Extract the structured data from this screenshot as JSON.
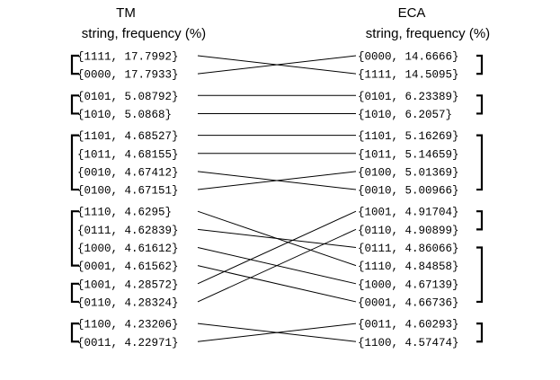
{
  "headers": {
    "left_title": "TM",
    "left_subtitle": "string, frequency (%)",
    "right_title": "ECA",
    "right_subtitle": "string, frequency (%)"
  },
  "left_entries": [
    "{1111, 17.7992}",
    "{0000, 17.7933}",
    "{0101, 5.08792}",
    "{1010, 5.0868}",
    "{1101, 4.68527}",
    "{1011, 4.68155}",
    "{0010, 4.67412}",
    "{0100, 4.67151}",
    "{1110, 4.6295}",
    "{0111, 4.62839}",
    "{1000, 4.61612}",
    "{0001, 4.61562}",
    "{1001, 4.28572}",
    "{0110, 4.28324}",
    "{1100, 4.23206}",
    "{0011, 4.22971}"
  ],
  "right_entries": [
    "{0000, 14.6666}",
    "{1111, 14.5095}",
    "{0101, 6.23389}",
    "{1010, 6.2057}",
    "{1101, 5.16269}",
    "{1011, 5.14659}",
    "{0100, 5.01369}",
    "{0010, 5.00966}",
    "{1001, 4.91704}",
    "{0110, 4.90899}",
    "{0111, 4.86066}",
    "{1110, 4.84858}",
    "{1000, 4.67139}",
    "{0001, 4.66736}",
    "{0011, 4.60293}",
    "{1100, 4.57474}"
  ],
  "left_groups": [
    [
      0,
      1
    ],
    [
      2,
      3
    ],
    [
      4,
      7
    ],
    [
      8,
      11
    ],
    [
      12,
      13
    ],
    [
      14,
      15
    ]
  ],
  "right_groups": [
    [
      0,
      1
    ],
    [
      2,
      3
    ],
    [
      4,
      7
    ],
    [
      8,
      9
    ],
    [
      10,
      13
    ],
    [
      14,
      15
    ]
  ]
}
